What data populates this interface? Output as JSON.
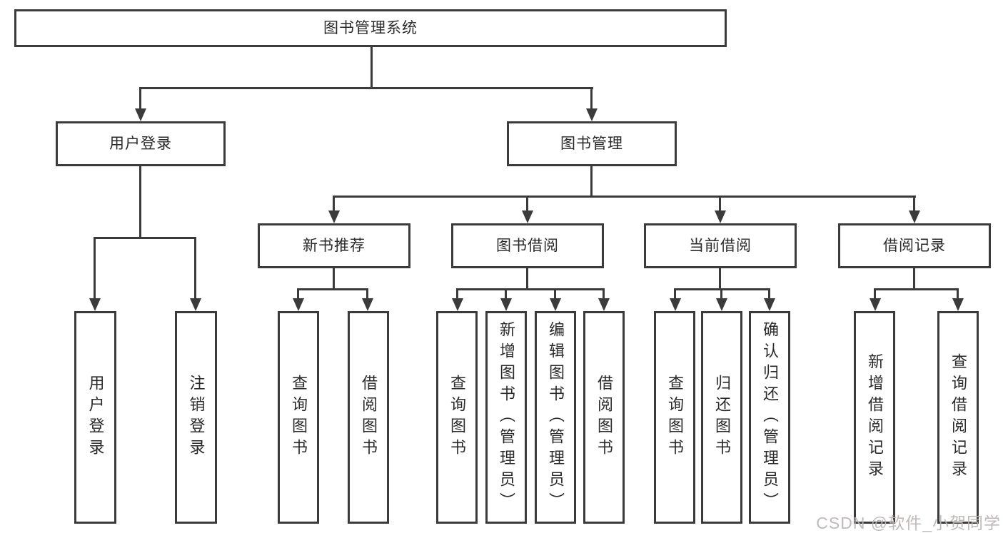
{
  "diagram_title": "图书管理系统",
  "tree": {
    "root": {
      "label": "图书管理系统"
    },
    "children": [
      {
        "label": "用户登录",
        "children": [
          {
            "label": "用户登录"
          },
          {
            "label": "注销登录"
          }
        ]
      },
      {
        "label": "图书管理",
        "children": [
          {
            "label": "新书推荐",
            "children": [
              {
                "label": "查询图书"
              },
              {
                "label": "借阅图书"
              }
            ]
          },
          {
            "label": "图书借阅",
            "children": [
              {
                "label": "查询图书"
              },
              {
                "label": "新增图书（管理员）"
              },
              {
                "label": "编辑图书（管理员）"
              },
              {
                "label": "借阅图书"
              }
            ]
          },
          {
            "label": "当前借阅",
            "children": [
              {
                "label": "查询图书"
              },
              {
                "label": "归还图书"
              },
              {
                "label": "确认归还（管理员）"
              }
            ]
          },
          {
            "label": "借阅记录",
            "children": [
              {
                "label": "新增借阅记录"
              },
              {
                "label": "查询借阅记录"
              }
            ]
          }
        ]
      }
    ]
  },
  "watermark": "CSDN @软件_小贺同学",
  "colors": {
    "line": "#3b3b3b",
    "text": "#2a2a2a",
    "watermark": "#bcb4b4",
    "background": "#ffffff"
  }
}
